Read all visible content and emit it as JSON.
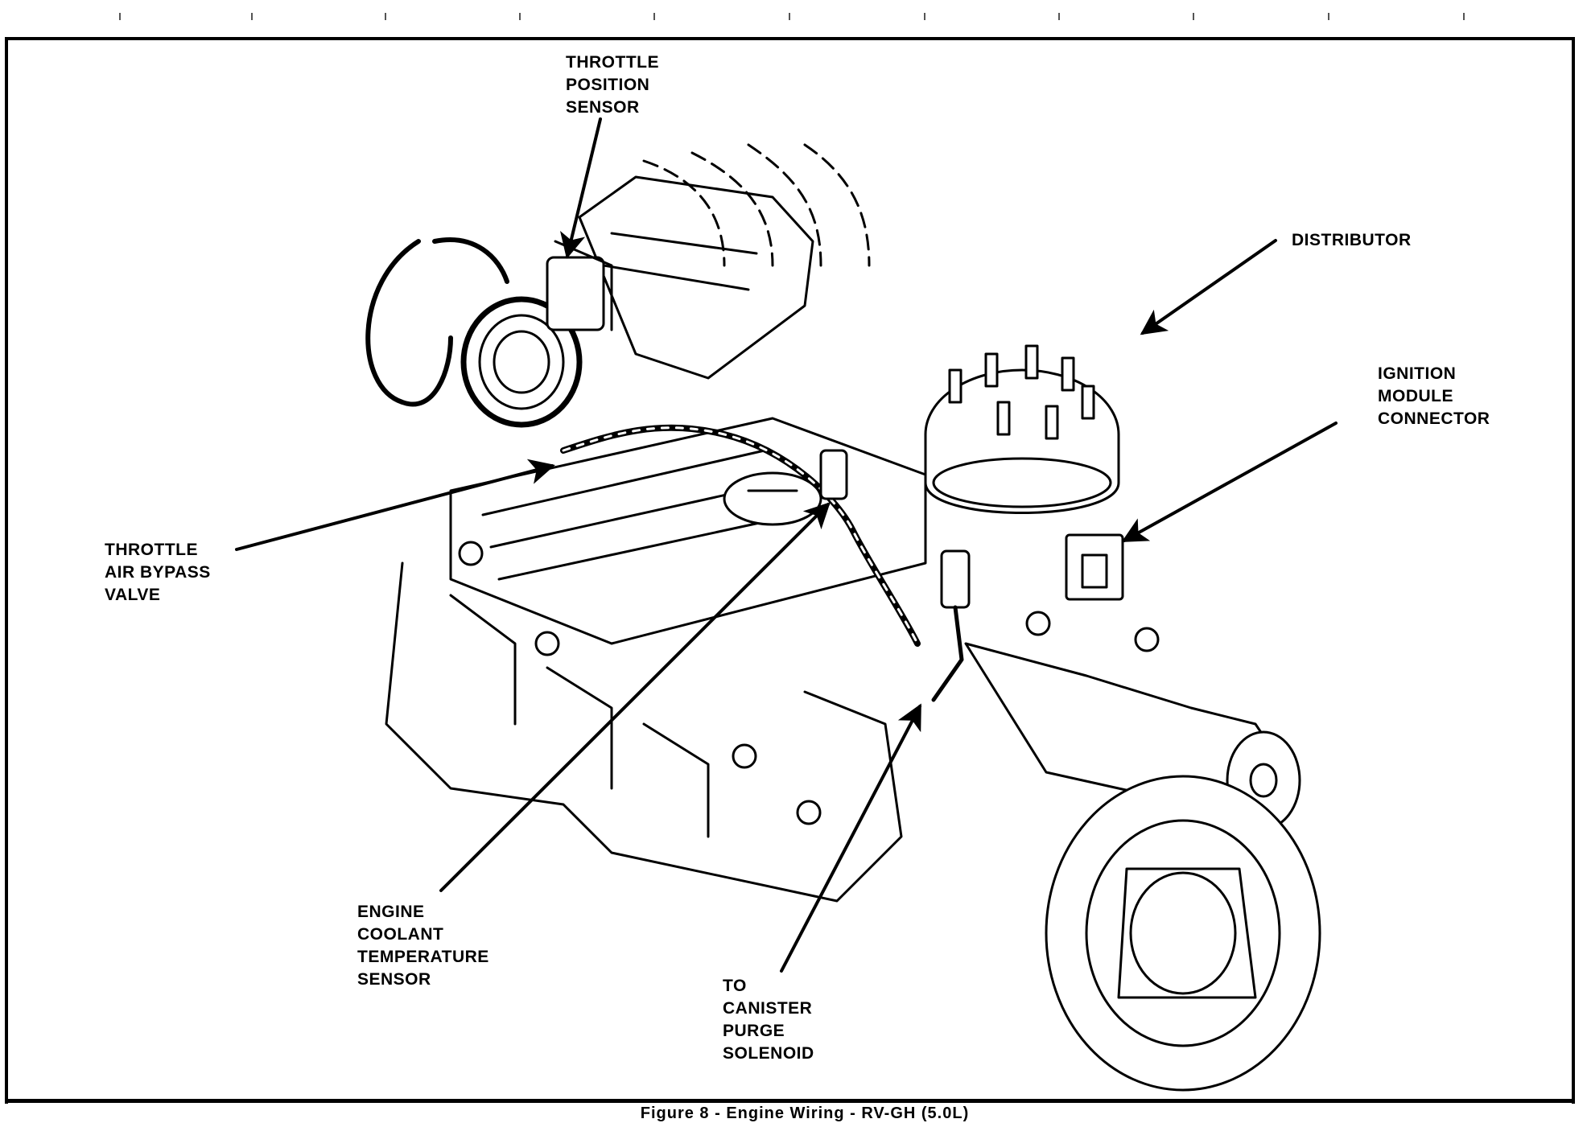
{
  "callouts": {
    "throttle_position_sensor": "THROTTLE\nPOSITION\nSENSOR",
    "distributor": "DISTRIBUTOR",
    "ignition_module_connector": "IGNITION\nMODULE\nCONNECTOR",
    "throttle_air_bypass_valve": "THROTTLE\nAIR BYPASS\nVALVE",
    "engine_coolant_temperature_sensor": "ENGINE\nCOOLANT\nTEMPERATURE\nSENSOR",
    "canister_purge_solenoid": "TO\nCANISTER\nPURGE\nSOLENOID"
  },
  "caption": "Figure 8 - Engine Wiring - RV-GH (5.0L)"
}
